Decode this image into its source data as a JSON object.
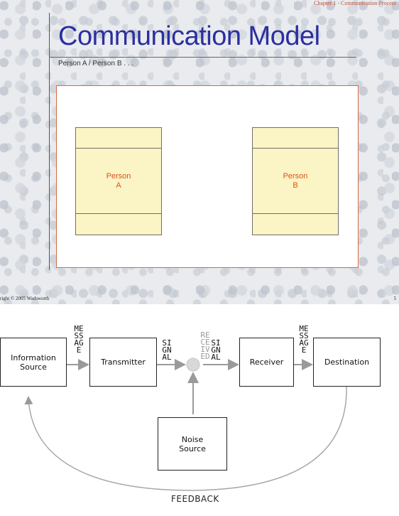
{
  "slide": {
    "chapter": "Chapter 1 - Communication Process",
    "title": "Communication Model",
    "subtitle": "Person A / Person B . . .",
    "person_a": "Person\nA",
    "person_b": "Person\nB",
    "copyright": "right © 2005 Wadsworth",
    "page": "5",
    "colors": {
      "title": "#2a2fa0",
      "box_border": "#d26a45",
      "person_fill": "#fbf4c4",
      "person_text": "#d9531e"
    }
  },
  "diagram": {
    "boxes": {
      "information_source": "Information\nSource",
      "transmitter": "Transmitter",
      "receiver": "Receiver",
      "destination": "Destination",
      "noise_source": "Noise\nSource"
    },
    "vertical_labels": {
      "message_left": "MESSAGE",
      "signal_left": "SIGNAL",
      "received": "RECEIVED",
      "signal_right": "SIGNAL",
      "message_right": "MESSAGE"
    },
    "feedback": "FEEDBACK"
  }
}
